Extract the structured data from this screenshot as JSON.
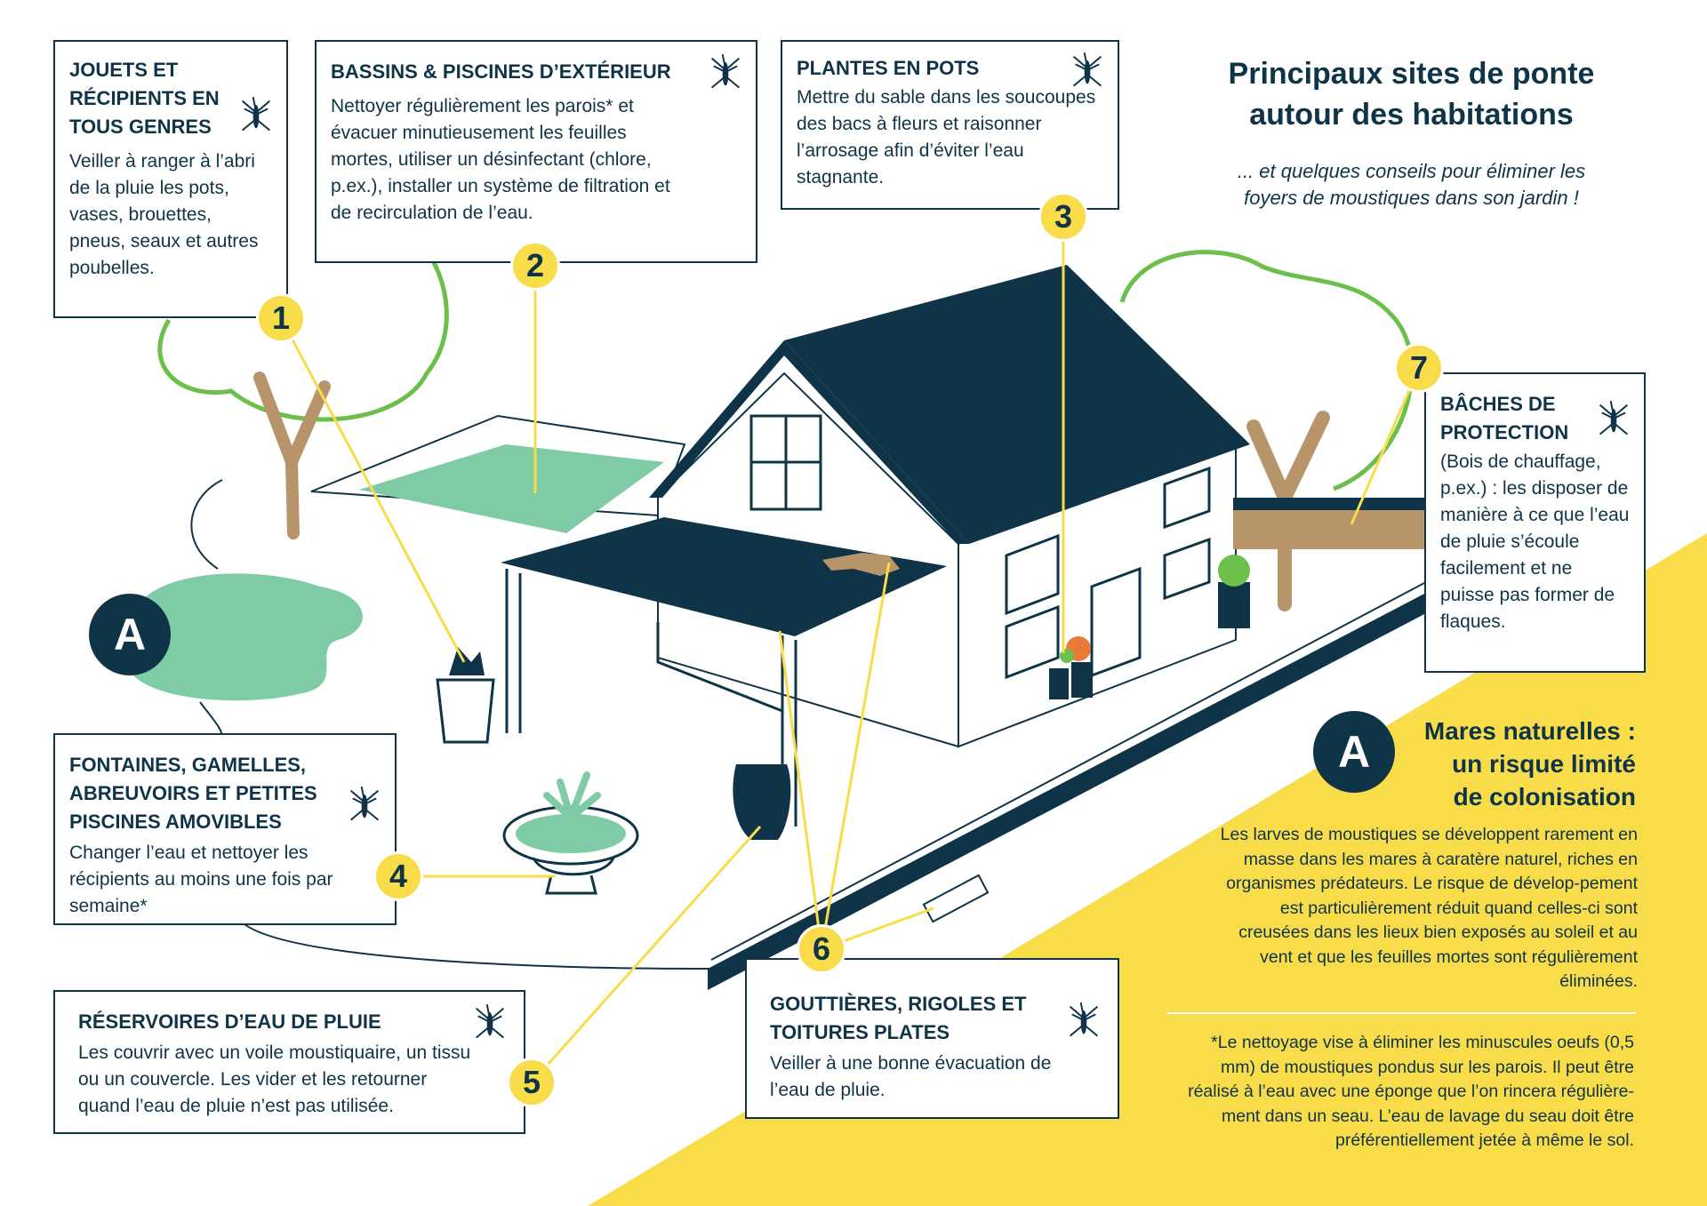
{
  "title": {
    "heading": "Principaux sites de ponte autour des habitations",
    "subtitle": "... et quelques conseils pour éliminer les foyers de moustiques dans son jardin !"
  },
  "sites": [
    {
      "number": "1",
      "heading": "JOUETS ET RÉCIPIENTS EN TOUS GENRES",
      "text": "Veiller à ranger à l’abri de la pluie les pots, vases, brouettes, pneus, seaux et autres poubelles."
    },
    {
      "number": "2",
      "heading": "BASSINS & PISCINES D’EXTÉRIEUR",
      "text": "Nettoyer régulièrement les parois* et évacuer minutieusement les feuilles mortes, utiliser un désinfectant (chlore, p.ex.), installer un système de filtration et de recirculation de l’eau."
    },
    {
      "number": "3",
      "heading": "PLANTES EN POTS",
      "text": "Mettre du sable dans les soucoupes des bacs à fleurs et raisonner l’arrosage afin d’éviter l’eau stagnante."
    },
    {
      "number": "4",
      "heading": "FONTAINES, GAMELLES, ABREUVOIRS ET PETITES PISCINES AMOVIBLES",
      "text": "Changer l’eau et nettoyer les récipients au moins une fois par semaine*"
    },
    {
      "number": "5",
      "heading": "RÉSERVOIRES D’EAU DE PLUIE",
      "text": "Les couvrir avec un voile moustiquaire, un tissu ou un couvercle. Les vider et les retourner quand l’eau de pluie n’est pas utilisée."
    },
    {
      "number": "6",
      "heading": "GOUTTIÈRES, RIGOLES ET TOITURES PLATES",
      "text": "Veiller à une bonne évacuation de l’eau de pluie."
    },
    {
      "number": "7",
      "heading": "BÂCHES DE PROTECTION",
      "text": "(Bois de chauffage, p.ex.) : les disposer de manière à ce que l’eau de pluie s’écoule facilement et ne puisse pas former de flaques."
    }
  ],
  "mares": {
    "badge": "A",
    "heading_line1": "Mares naturelles :",
    "heading_line2": "un risque limité",
    "heading_line3": "de colonisation",
    "text": "Les larves de moustiques se développent rarement en masse dans les mares à caratère naturel, riches en organismes prédateurs. Le risque de dévelop-pement est particulièrement réduit quand celles-ci sont creusées dans les lieux bien exposés au soleil et au vent et que les feuilles mortes sont régulièrement éliminées.",
    "footnote": "*Le nettoyage vise à éliminer les minuscules oeufs (0,5 mm) de moustiques pondus sur les parois. Il peut être réalisé à l’eau avec une éponge que l’on rincera régulière-ment dans un seau. L’eau de lavage du seau doit être préférentiellement jetée à même le sol."
  },
  "pond_badge": "A",
  "colors": {
    "navy": "#0f3447",
    "yellow": "#f8dc4a",
    "green": "#7fcba6",
    "tree_green": "#6cbf4a",
    "trunk": "#b8946a"
  }
}
